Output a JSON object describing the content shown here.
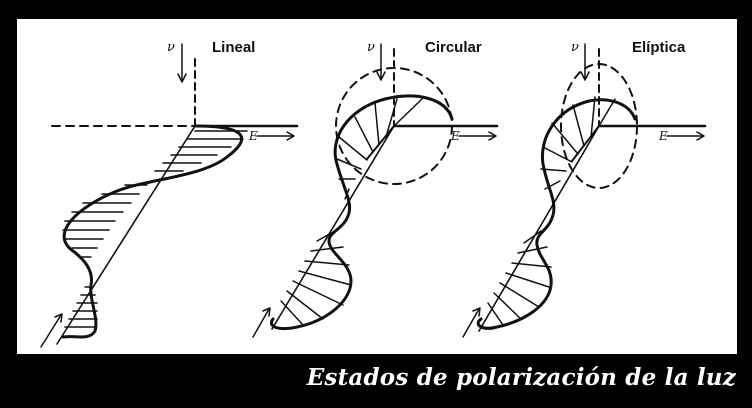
{
  "caption": "Estados de polarización de la luz",
  "panels": [
    {
      "label": "Lineal",
      "icon": "linear-polarization-wave"
    },
    {
      "label": "Circular",
      "icon": "circular-polarization-wave"
    },
    {
      "label": "Elíptica",
      "icon": "elliptical-polarization-wave"
    }
  ],
  "colors": {
    "background": "#000000",
    "panel": "#ffffff",
    "ink": "#111111",
    "caption": "#ffffff"
  }
}
